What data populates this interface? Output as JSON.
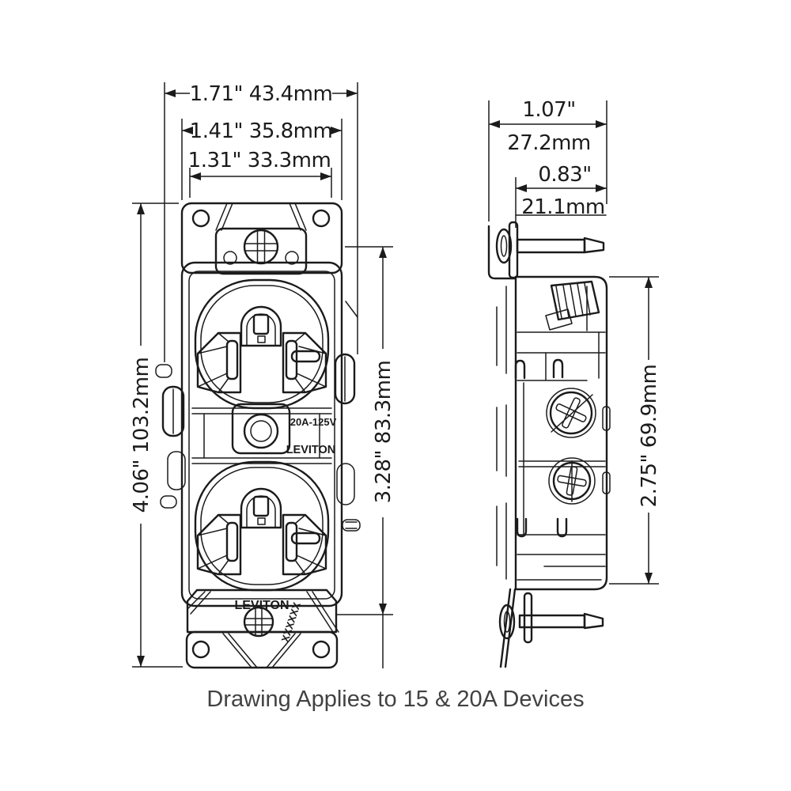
{
  "caption": "Drawing Applies to 15 & 20A Devices",
  "front": {
    "dims": {
      "overall_width": "1.71\" 43.4mm",
      "body_width": "1.41\" 35.8mm",
      "face_width": "1.31\" 33.3mm",
      "overall_height": "4.06\" 103.2mm",
      "body_height": "3.28\" 83.3mm"
    },
    "markings": {
      "rating": "20A-125V",
      "brand": "LEVITON",
      "brand_bottom": "LEVITON",
      "catalog": "XXXXXX"
    }
  },
  "side": {
    "dims": {
      "overall_depth_in": "1.07\"",
      "overall_depth_mm": "27.2mm",
      "body_depth_in": "0.83\"",
      "body_depth_mm": "21.1mm",
      "body_height": "2.75\" 69.9mm"
    }
  },
  "colors": {
    "line": "#1b1b1b",
    "caption_text": "#424242",
    "background": "#ffffff"
  }
}
